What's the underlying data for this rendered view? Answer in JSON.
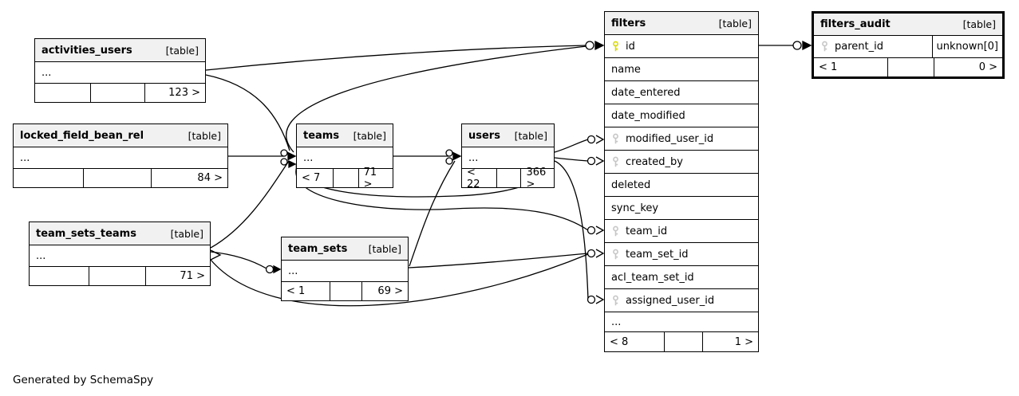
{
  "app": {
    "footer_note": "Generated by SchemaSpy"
  },
  "colors": {
    "primary_key": "#d9d900",
    "foreign_key": "#c6c6c6",
    "edge": "#000000",
    "header_bg": "#f1f1f1"
  },
  "tables": {
    "activities_users": {
      "name": "activities_users",
      "tag": "[table]",
      "rows": [
        {
          "label": "..."
        }
      ],
      "footer": {
        "left": "",
        "mid": "",
        "right": "123 >"
      }
    },
    "locked_field_bean_rel": {
      "name": "locked_field_bean_rel",
      "tag": "[table]",
      "rows": [
        {
          "label": "..."
        }
      ],
      "footer": {
        "left": "",
        "mid": "",
        "right": "84 >"
      }
    },
    "teams": {
      "name": "teams",
      "tag": "[table]",
      "rows": [
        {
          "label": "..."
        }
      ],
      "footer": {
        "left": "< 7",
        "mid": "",
        "right": "71 >"
      }
    },
    "users": {
      "name": "users",
      "tag": "[table]",
      "rows": [
        {
          "label": "..."
        }
      ],
      "footer": {
        "left": "< 22",
        "mid": "",
        "right": "366 >"
      }
    },
    "team_sets_teams": {
      "name": "team_sets_teams",
      "tag": "[table]",
      "rows": [
        {
          "label": "..."
        }
      ],
      "footer": {
        "left": "",
        "mid": "",
        "right": "71 >"
      }
    },
    "team_sets": {
      "name": "team_sets",
      "tag": "[table]",
      "rows": [
        {
          "label": "..."
        }
      ],
      "footer": {
        "left": "< 1",
        "mid": "",
        "right": "69 >"
      }
    },
    "filters": {
      "name": "filters",
      "tag": "[table]",
      "rows": [
        {
          "label": "id",
          "key": "primary"
        },
        {
          "label": "name"
        },
        {
          "label": "date_entered"
        },
        {
          "label": "date_modified"
        },
        {
          "label": "modified_user_id",
          "key": "foreign"
        },
        {
          "label": "created_by",
          "key": "foreign"
        },
        {
          "label": "deleted"
        },
        {
          "label": "sync_key"
        },
        {
          "label": "team_id",
          "key": "foreign"
        },
        {
          "label": "team_set_id",
          "key": "foreign"
        },
        {
          "label": "acl_team_set_id"
        },
        {
          "label": "assigned_user_id",
          "key": "foreign"
        },
        {
          "label": "..."
        }
      ],
      "footer": {
        "left": "< 8",
        "mid": "",
        "right": "1 >"
      }
    },
    "filters_audit": {
      "name": "filters_audit",
      "tag": "[table]",
      "rows": [
        {
          "label": "parent_id",
          "key": "foreign",
          "extra": "unknown[0]"
        }
      ],
      "footer": {
        "left": "< 1",
        "mid": "",
        "right": "0 >"
      }
    }
  }
}
